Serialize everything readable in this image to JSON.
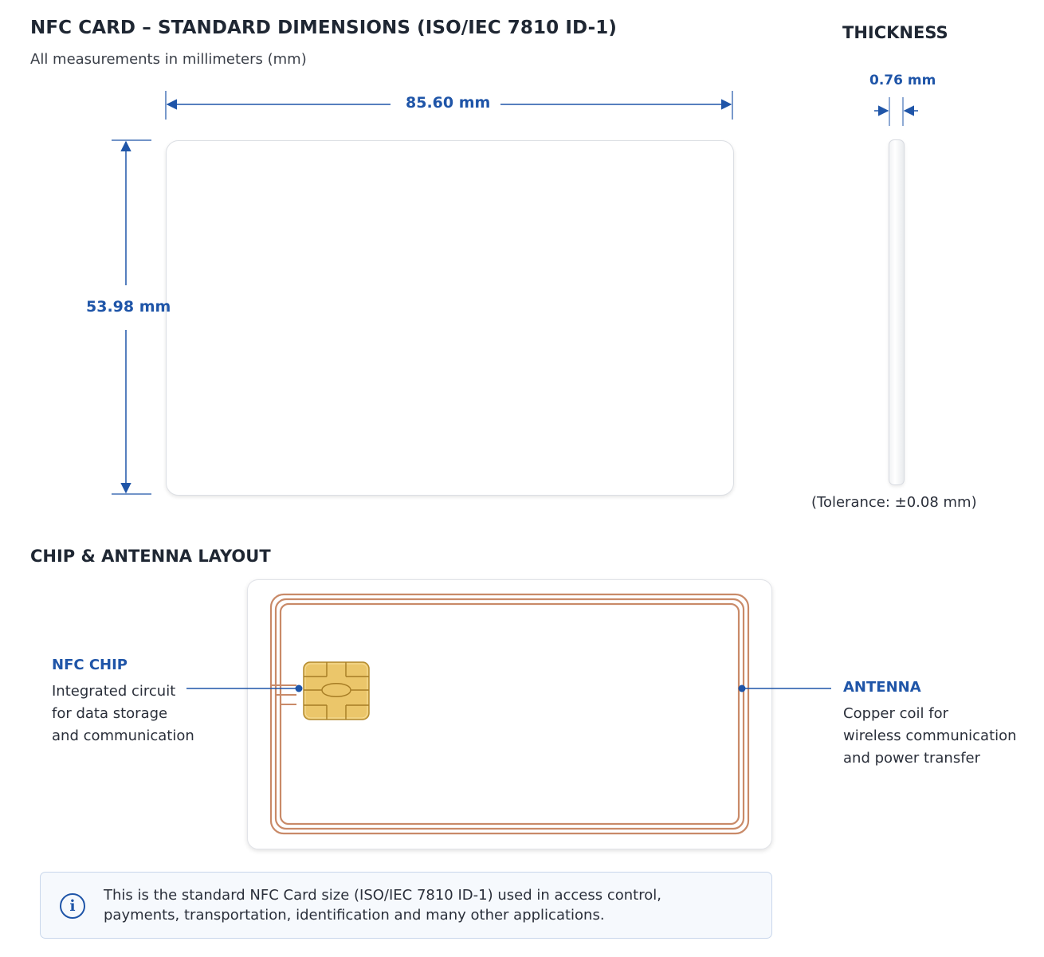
{
  "header": {
    "title": "NFC CARD – STANDARD DIMENSIONS (ISO/IEC 7810 ID-1)",
    "subtitle": "All measurements in millimeters (mm)"
  },
  "dimensions": {
    "width": "85.60 mm",
    "height": "53.98 mm"
  },
  "thickness": {
    "title": "THICKNESS",
    "value": "0.76 mm",
    "tolerance": "(Tolerance: ±0.08 mm)"
  },
  "layout": {
    "title": "CHIP & ANTENNA LAYOUT",
    "chip": {
      "heading": "NFC CHIP",
      "lines": [
        "Integrated circuit",
        "for data storage",
        "and communication"
      ]
    },
    "antenna": {
      "heading": "ANTENNA",
      "lines": [
        "Copper coil for",
        "wireless communication",
        "and power transfer"
      ]
    }
  },
  "info": {
    "icon": "info-icon",
    "text": "This is the standard NFC Card size (ISO/IEC 7810 ID-1) used in access control, payments, transportation, identification and many other applications."
  },
  "colors": {
    "accent": "#1f55a8",
    "copper": "#c98a68",
    "chip_gold": "#e9c568"
  }
}
